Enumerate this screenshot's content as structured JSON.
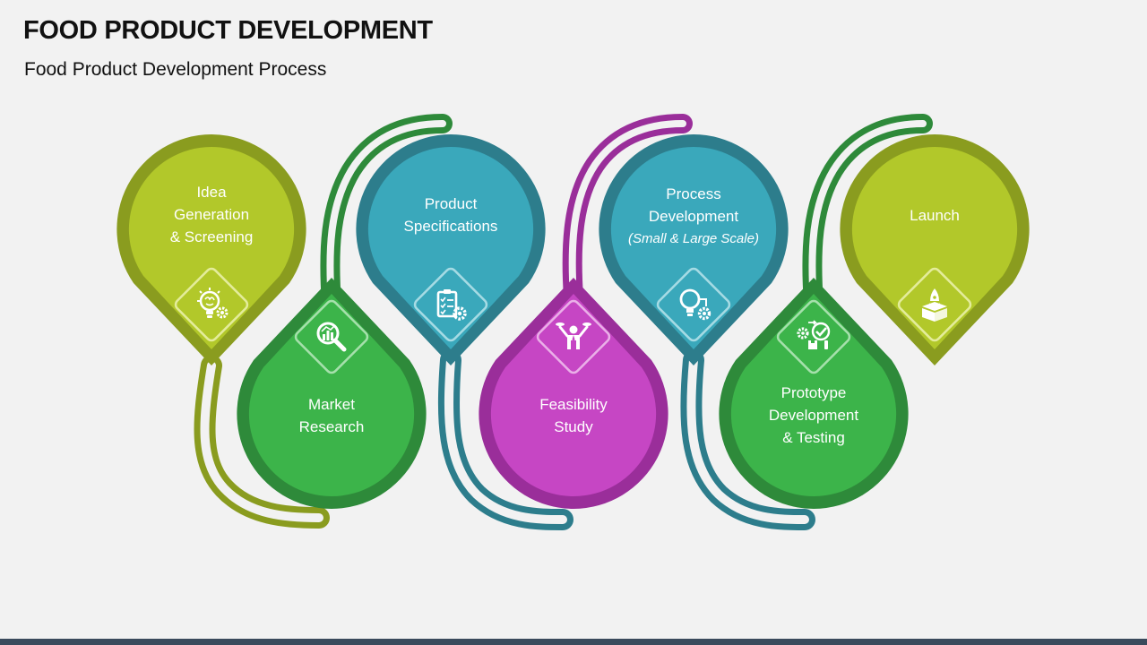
{
  "header": {
    "title": "FOOD PRODUCT DEVELOPMENT",
    "subtitle": "Food Product Development Process"
  },
  "steps": [
    {
      "lines": [
        "Idea",
        "Generation",
        "& Screening"
      ],
      "icon": "lightbulb-brain-gear-icon",
      "color": "#b2c82a",
      "border": "#8a9c1f"
    },
    {
      "lines": [
        "Market",
        "Research"
      ],
      "icon": "magnifier-chart-icon",
      "color": "#3cb44a",
      "border": "#2e8a3a"
    },
    {
      "lines": [
        "Product",
        "Specifications"
      ],
      "icon": "clipboard-gear-icon",
      "color": "#3aa8bb",
      "border": "#2d7d8c"
    },
    {
      "lines": [
        "Feasibility",
        "Study"
      ],
      "icon": "person-balance-icon",
      "color": "#c646c4",
      "border": "#9a2e9a"
    },
    {
      "lines": [
        "Process",
        "Development"
      ],
      "note": "(Small & Large Scale)",
      "icon": "lightbulb-gear-icon",
      "color": "#3aa8bb",
      "border": "#2d7d8c"
    },
    {
      "lines": [
        "Prototype",
        "Development",
        "& Testing"
      ],
      "icon": "gears-checkmark-icon",
      "color": "#3cb44a",
      "border": "#2e8a3a"
    },
    {
      "lines": [
        "Launch"
      ],
      "icon": "rocket-box-icon",
      "color": "#b2c82a",
      "border": "#8a9c1f"
    }
  ]
}
